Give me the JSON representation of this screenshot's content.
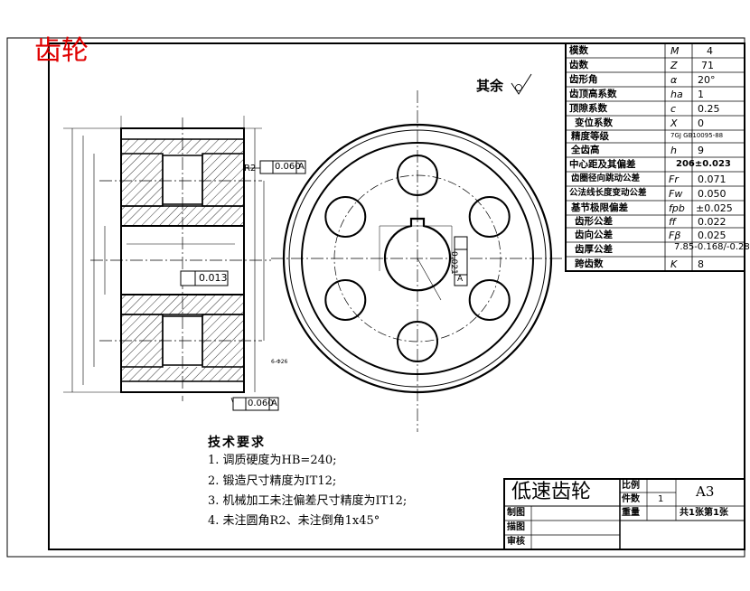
{
  "drawing_title": "齿轮",
  "roughness_note": "其余",
  "technical_requirements": {
    "heading": "技术要求",
    "items": [
      "1. 调质硬度为HB=240;",
      "2. 锻造尺寸精度为IT12;",
      "3. 机械加工未注偏差尺寸精度为IT12;",
      "4. 未注圆角R2、未注倒角1x45°"
    ]
  },
  "parameters": [
    {
      "label": "模数",
      "symbol": "M",
      "value": "4"
    },
    {
      "label": "齿数",
      "symbol": "Z",
      "value": "71"
    },
    {
      "label": "齿形角",
      "symbol": "α",
      "value": "20°"
    },
    {
      "label": "齿顶高系数",
      "symbol": "ha",
      "value": "1"
    },
    {
      "label": "顶隙系数",
      "symbol": "c",
      "value": "0.25"
    },
    {
      "label": "变位系数",
      "symbol": "X",
      "value": "0"
    },
    {
      "label": "精度等级",
      "symbol": "",
      "value": "7GJ GB10095-88"
    },
    {
      "label": "全齿高",
      "symbol": "h",
      "value": "9"
    },
    {
      "label": "中心距及其偏差",
      "symbol": "",
      "value": "206±0.023"
    },
    {
      "label": "齿圈径向跳动公差",
      "symbol": "Fr",
      "value": "0.071"
    },
    {
      "label": "公法线长度变动公差",
      "symbol": "Fw",
      "value": "0.050"
    },
    {
      "label": "基节极限偏差",
      "symbol": "fpb",
      "value": "±0.025"
    },
    {
      "label": "齿形公差",
      "symbol": "ff",
      "value": "0.022"
    },
    {
      "label": "齿向公差",
      "symbol": "Fβ",
      "value": "0.025"
    },
    {
      "label": "齿厚公差",
      "symbol": "",
      "value": "7.85-0.168/-0.28"
    },
    {
      "label": "跨齿数",
      "symbol": "K",
      "value": "8"
    }
  ],
  "title_block": {
    "part_name": "低速齿轮",
    "scale_label": "比例",
    "quantity_label": "件数",
    "quantity_value": "1",
    "weight_label": "重量",
    "sheet_size": "A3",
    "sheet_info": "共1张第1张",
    "drawn_label": "制图",
    "drafted_label": "描图",
    "checked_label": "审核"
  },
  "annotations": {
    "runout_top": "0.060",
    "runout_bottom": "0.060",
    "datum": "A",
    "cylindricity": "0.013",
    "keyway_sym": "0.021",
    "radius_r2": "R2",
    "hole_note": "6-Φ26"
  }
}
